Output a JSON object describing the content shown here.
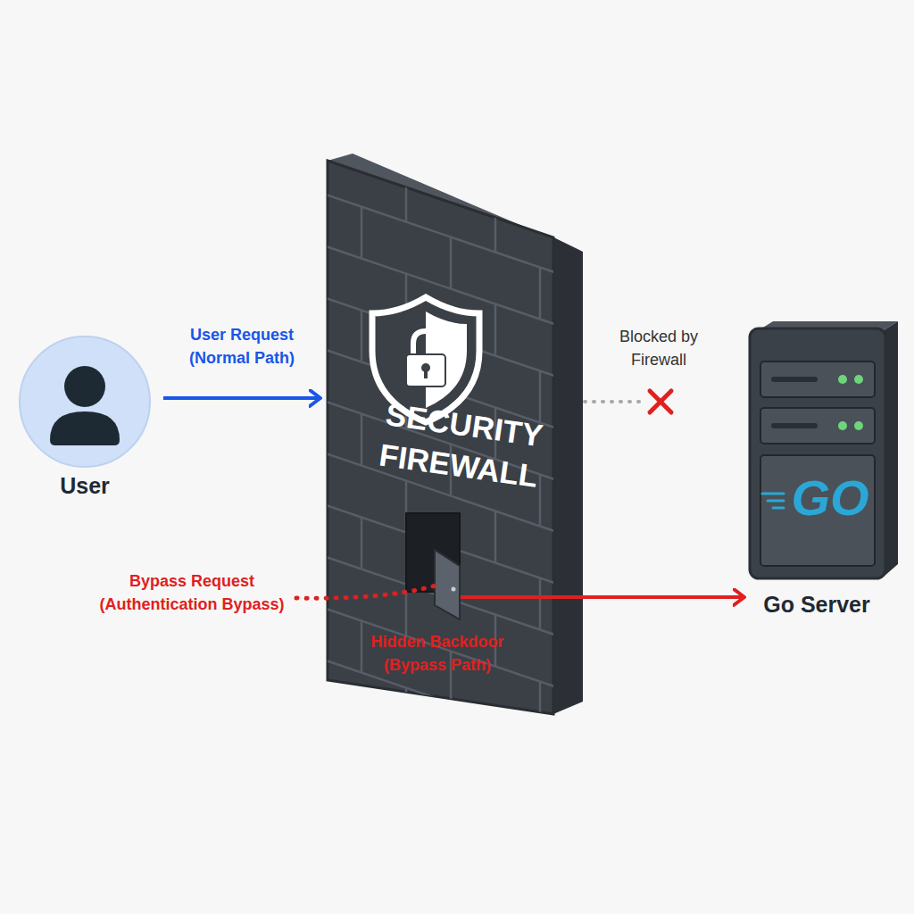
{
  "diagram": {
    "nodes": [
      {
        "text": [
          "User"
        ]
      },
      {
        "text": [
          "SECURITY FIREWALL"
        ]
      },
      {
        "text": [
          "GO",
          "Go Server"
        ]
      }
    ],
    "edges": [
      {
        "from": 0,
        "to": 1,
        "arrow": "to",
        "label": "User Request (Normal Path)"
      },
      {
        "from": 1,
        "to": 2,
        "arrow": "to"
      }
    ],
    "labels": [
      "Blocked by Firewall",
      "Bypass Request (Authentication Bypass)",
      "Hidden Backdoor (Bypass Path)"
    ]
  }
}
